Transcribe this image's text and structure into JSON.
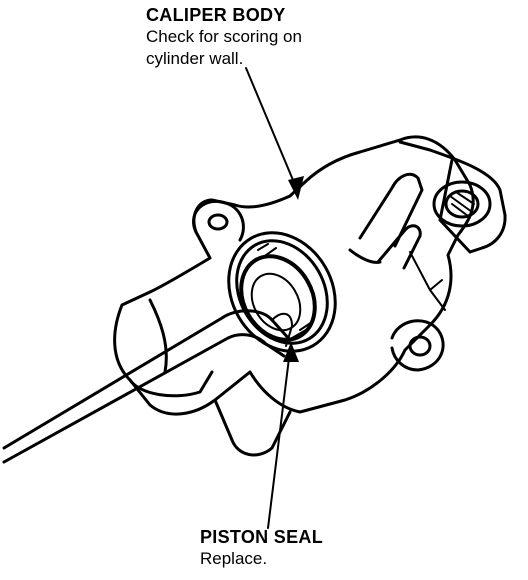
{
  "callouts": {
    "caliper_body": {
      "title": "CALIPER BODY",
      "lines": [
        "Check for scoring on",
        "cylinder wall."
      ]
    },
    "piston_seal": {
      "title": "PISTON SEAL",
      "lines": [
        "Replace."
      ]
    }
  },
  "colors": {
    "ink": "#000000",
    "paper": "#ffffff"
  }
}
